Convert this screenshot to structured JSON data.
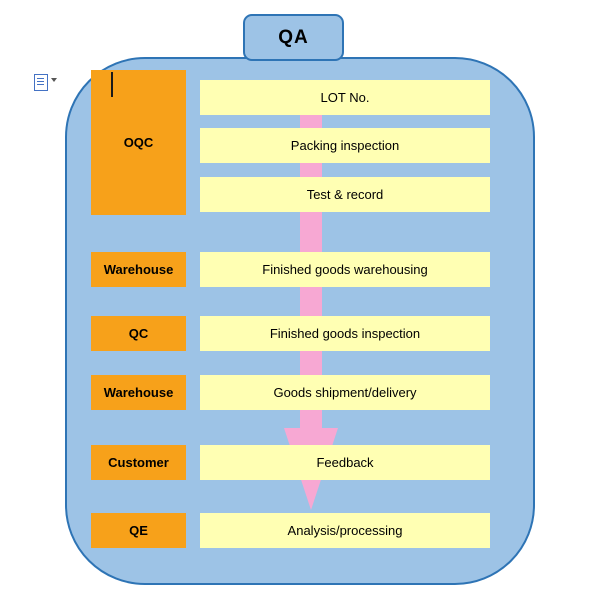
{
  "header": {
    "qa_label": "QA"
  },
  "oqc": {
    "label": "OQC",
    "items": [
      "LOT No.",
      "Packing inspection",
      "Test & record"
    ]
  },
  "rows": [
    {
      "label": "Warehouse",
      "item": "Finished goods warehousing"
    },
    {
      "label": "QC",
      "item": "Finished goods inspection"
    },
    {
      "label": "Warehouse",
      "item": "Goods shipment/delivery"
    },
    {
      "label": "Customer",
      "item": "Feedback"
    },
    {
      "label": "QE",
      "item": "Analysis/processing"
    }
  ],
  "icons": {
    "paste_options": "clipboard-paste-options",
    "dropdown": "chevron-down"
  },
  "colors": {
    "container_fill": "#9DC3E6",
    "container_border": "#2E74B5",
    "stage_orange": "#F7A11A",
    "step_yellow": "#FFFFB3",
    "arrow_pink": "#F7A8D3"
  }
}
